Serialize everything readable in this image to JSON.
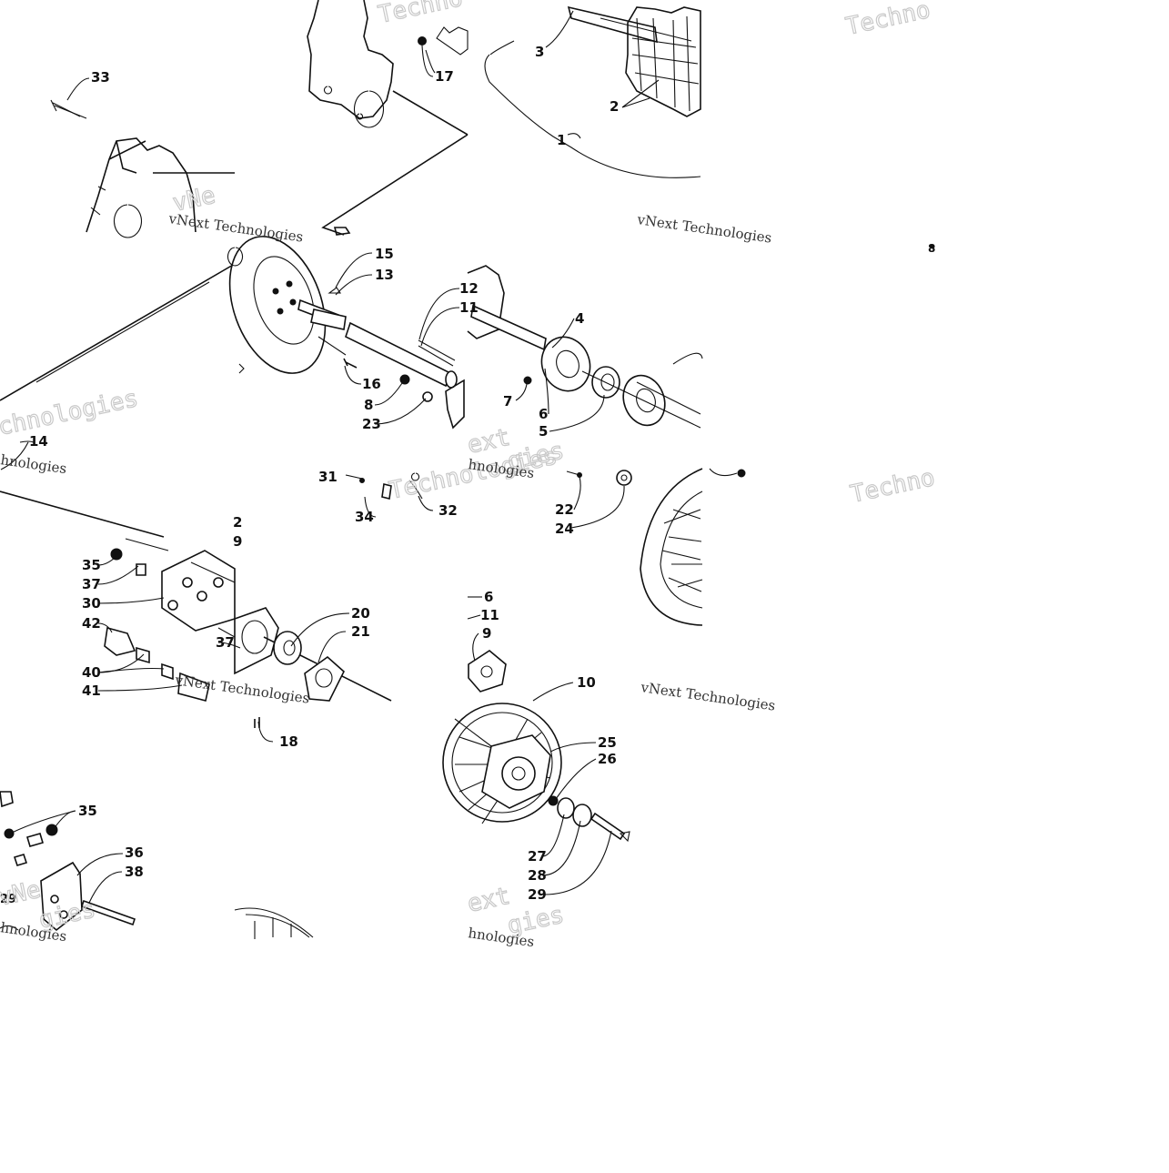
{
  "watermark": {
    "brand": "vNext Technologies",
    "fragments": [
      "Techno",
      "Techno",
      "Techno",
      "vNe",
      "Technologies",
      "chnologies",
      "ext",
      "gies",
      "hnologies"
    ]
  },
  "callouts": [
    {
      "id": "33",
      "label": "33"
    },
    {
      "id": "17",
      "label": "17"
    },
    {
      "id": "3",
      "label": "3"
    },
    {
      "id": "2",
      "label": "2"
    },
    {
      "id": "1",
      "label": "1"
    },
    {
      "id": "15",
      "label": "15"
    },
    {
      "id": "13",
      "label": "13"
    },
    {
      "id": "12",
      "label": "12"
    },
    {
      "id": "11",
      "label": "11"
    },
    {
      "id": "16",
      "label": "16"
    },
    {
      "id": "8",
      "label": "8"
    },
    {
      "id": "23",
      "label": "23"
    },
    {
      "id": "4",
      "label": "4"
    },
    {
      "id": "7",
      "label": "7"
    },
    {
      "id": "6",
      "label": "6"
    },
    {
      "id": "5",
      "label": "5"
    },
    {
      "id": "14",
      "label": "14"
    },
    {
      "id": "31",
      "label": "31"
    },
    {
      "id": "34",
      "label": "34"
    },
    {
      "id": "32",
      "label": "32"
    },
    {
      "id": "22",
      "label": "22"
    },
    {
      "id": "24",
      "label": "24"
    },
    {
      "id": "35",
      "label": "35"
    },
    {
      "id": "37",
      "label": "37"
    },
    {
      "id": "30",
      "label": "30"
    },
    {
      "id": "42",
      "label": "42"
    },
    {
      "id": "40",
      "label": "40"
    },
    {
      "id": "41",
      "label": "41"
    },
    {
      "id": "20",
      "label": "20"
    },
    {
      "id": "21",
      "label": "21"
    },
    {
      "id": "37b",
      "label": "37"
    },
    {
      "id": "2b",
      "label": "2"
    },
    {
      "id": "9",
      "label": "9"
    },
    {
      "id": "6b",
      "label": "6"
    },
    {
      "id": "11b",
      "label": "11"
    },
    {
      "id": "9b",
      "label": "9"
    },
    {
      "id": "10",
      "label": "10"
    },
    {
      "id": "18",
      "label": "18"
    },
    {
      "id": "25",
      "label": "25"
    },
    {
      "id": "26",
      "label": "26"
    },
    {
      "id": "35b",
      "label": "35"
    },
    {
      "id": "36",
      "label": "36"
    },
    {
      "id": "38",
      "label": "38"
    },
    {
      "id": "27",
      "label": "27"
    },
    {
      "id": "28",
      "label": "28"
    },
    {
      "id": "29",
      "label": "29"
    },
    {
      "id": "8b",
      "label": "8"
    },
    {
      "id": "19",
      "label": "29"
    }
  ]
}
